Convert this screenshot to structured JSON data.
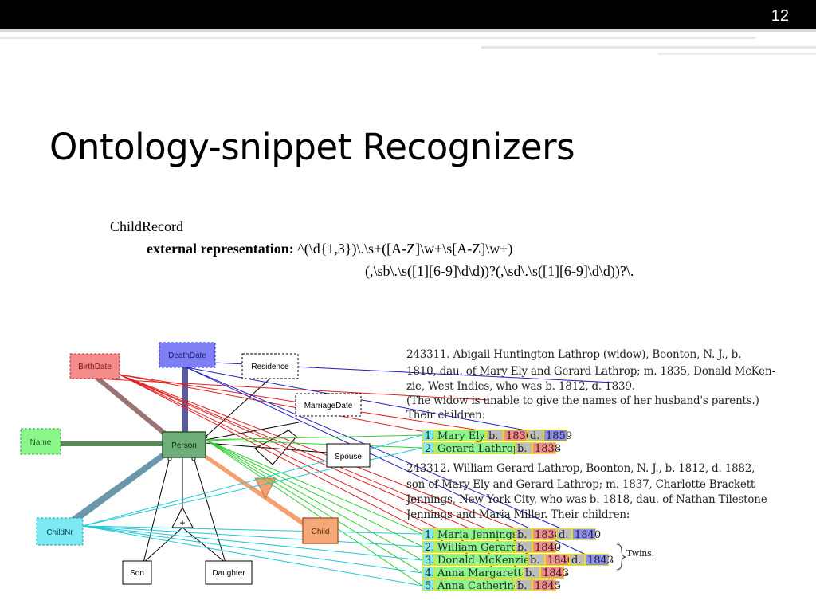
{
  "slide": {
    "number": "12",
    "title": "Ontology-snippet Recognizers"
  },
  "recognizer": {
    "name": "ChildRecord",
    "label": "external representation:",
    "regex_line1": "^(\\d{1,3})\\.\\s+([A-Z]\\w+\\s[A-Z]\\w+)",
    "regex_line2": "(,\\sb\\.\\s([1][6-9]\\d\\d))?(,\\sd\\.\\s([1][6-9]\\d\\d))?\\."
  },
  "diagram": {
    "boxes": {
      "birthdate": "BirthDate",
      "deathdate": "DeathDate",
      "residence": "Residence",
      "marriagedate": "MarriageDate",
      "name": "Name",
      "person": "Person",
      "spouse": "Spouse",
      "childnr": "ChildNr",
      "child": "Child",
      "son": "Son",
      "daughter": "Daughter"
    },
    "generalization_symbol": "+"
  },
  "document": {
    "lines": [
      "243311. Abigail Huntington Lathrop (widow), Boonton, N. J., b.",
      "1810, dau. of Mary Ely and Gerard Lathrop; m. 1835, Donald McKen-",
      "zie, West Indies, who was b. 1812, d. 1839.",
      "(The widow is unable to give the names of her husband's parents.)",
      "Their children:",
      "243312. William Gerard Lathrop, Boonton, N. J., b. 1812, d. 1882,",
      "son of Mary Ely and Gerard Lathrop; m. 1837, Charlotte Brackett",
      "Jennings, New York City, who was b. 1818, dau. of Nathan Tilestone",
      "Jennings and Maria Miller. Their children:"
    ],
    "first_children": [
      {
        "nr": "1.",
        "name": "Mary Ely",
        "b": "b.",
        "birth": "1836",
        "d": "d.",
        "death": "1859",
        "end": "."
      },
      {
        "nr": "2.",
        "name": "Gerard Lathrop",
        "b": "b.",
        "birth": "1838",
        "end": "."
      }
    ],
    "second_children": [
      {
        "nr": "1.",
        "name": "Maria Jennings",
        "b": "b.",
        "birth": "1838",
        "d": "d.",
        "death": "1840",
        "end": "."
      },
      {
        "nr": "2.",
        "name": "William Gerard",
        "b": "b.",
        "birth": "1840",
        "end": "."
      },
      {
        "nr": "3.",
        "name": "Donald McKenzie",
        "b": "b.",
        "birth": "1840",
        "d": "d.",
        "death": "1843",
        "end": "."
      },
      {
        "nr": "4.",
        "name": "Anna Margaretta",
        "b": "b.",
        "birth": "1843",
        "end": "."
      },
      {
        "nr": "5.",
        "name": "Anna Catherine",
        "b": "b.",
        "birth": "1845",
        "end": "."
      }
    ],
    "twins_note": "Twins."
  },
  "colors": {
    "birthdate": "#f58c8c",
    "deathdate": "#7f7ff5",
    "name": "#8cf58c",
    "childnr": "#7fe9f2",
    "child": "#f5a878",
    "person": "#6fae7a"
  }
}
